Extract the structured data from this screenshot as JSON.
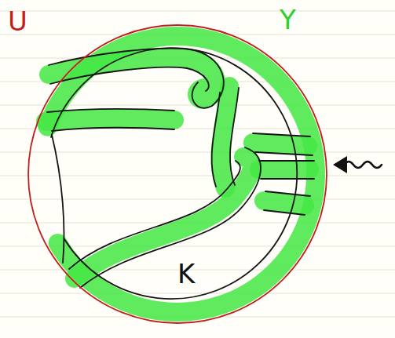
{
  "diagram": {
    "labels": [
      "U",
      "Y",
      "K"
    ]
  }
}
